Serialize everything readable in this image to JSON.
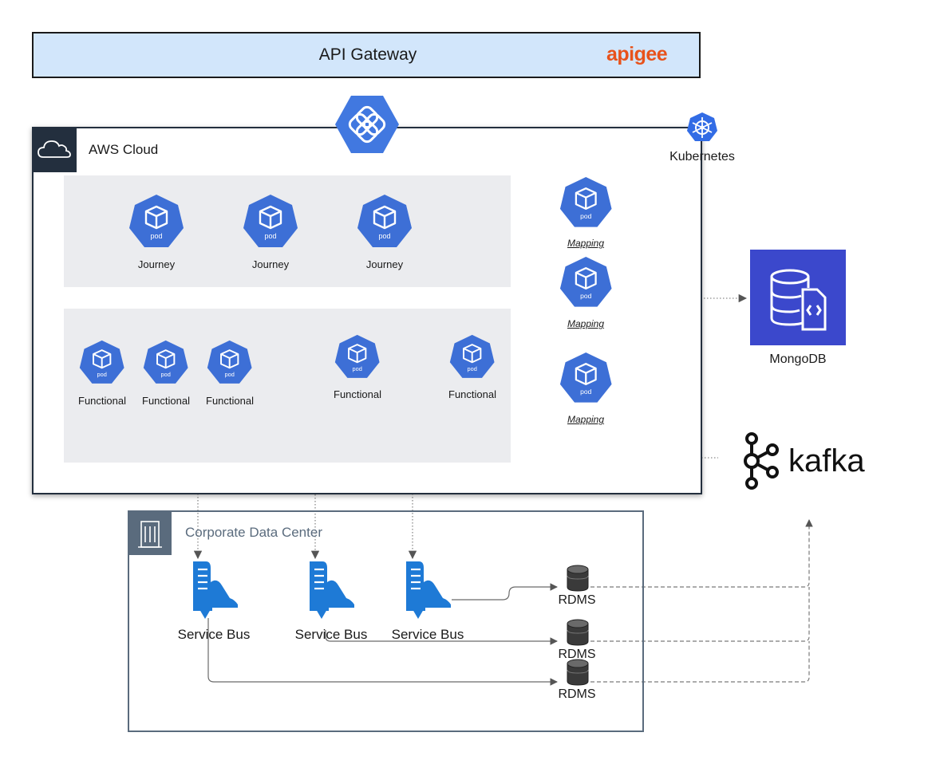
{
  "gateway": {
    "title": "API Gateway",
    "brand": "apigee"
  },
  "aws": {
    "title": "AWS Cloud"
  },
  "k8s": {
    "label": "Kubernetes"
  },
  "pod_text": "pod",
  "journey_pods": [
    {
      "label": "Journey"
    },
    {
      "label": "Journey"
    },
    {
      "label": "Journey"
    }
  ],
  "functional_pods": [
    {
      "label": "Functional"
    },
    {
      "label": "Functional"
    },
    {
      "label": "Functional"
    },
    {
      "label": "Functional"
    },
    {
      "label": "Functional"
    }
  ],
  "mapping_pods": [
    {
      "label": "Mapping"
    },
    {
      "label": "Mapping"
    },
    {
      "label": "Mapping"
    }
  ],
  "mongodb": {
    "label": "MongoDB"
  },
  "kafka": {
    "label": "kafka"
  },
  "datacenter": {
    "title": "Corporate Data Center"
  },
  "service_buses": [
    {
      "label": "Service Bus"
    },
    {
      "label": "Service Bus"
    },
    {
      "label": "Service Bus"
    }
  ],
  "rdms": [
    {
      "label": "RDMS"
    },
    {
      "label": "RDMS"
    },
    {
      "label": "RDMS"
    }
  ],
  "colors": {
    "pod_blue": "#3d6fd6",
    "gateway_fill": "#d2e6fb",
    "mongo_fill": "#3b48cc",
    "apigee_orange": "#e8521b",
    "servicebus_blue": "#1e7ad6",
    "panel_gray": "#ebecef",
    "aws_header": "#232f3e",
    "dc_border": "#5a6b7d"
  }
}
